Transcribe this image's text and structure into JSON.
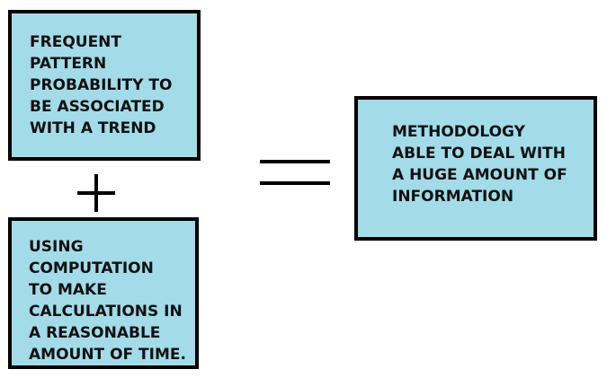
{
  "boxes": {
    "top_left": "FREQUENT\nPATTERN\nPROBABILITY TO\nBE ASSOCIATED\nWITH A TREND",
    "bottom_left": "USING\nCOMPUTATION\nTO MAKE\nCALCULATIONS IN\nA REASONABLE\nAMOUNT OF TIME.",
    "right": "METHODOLOGY\nABLE TO DEAL WITH\nA HUGE AMOUNT OF\nINFORMATION"
  },
  "colors": {
    "box_fill": "#a3dbe9",
    "border": "#000000"
  },
  "symbols": [
    "plus-icon",
    "equals-icon"
  ]
}
